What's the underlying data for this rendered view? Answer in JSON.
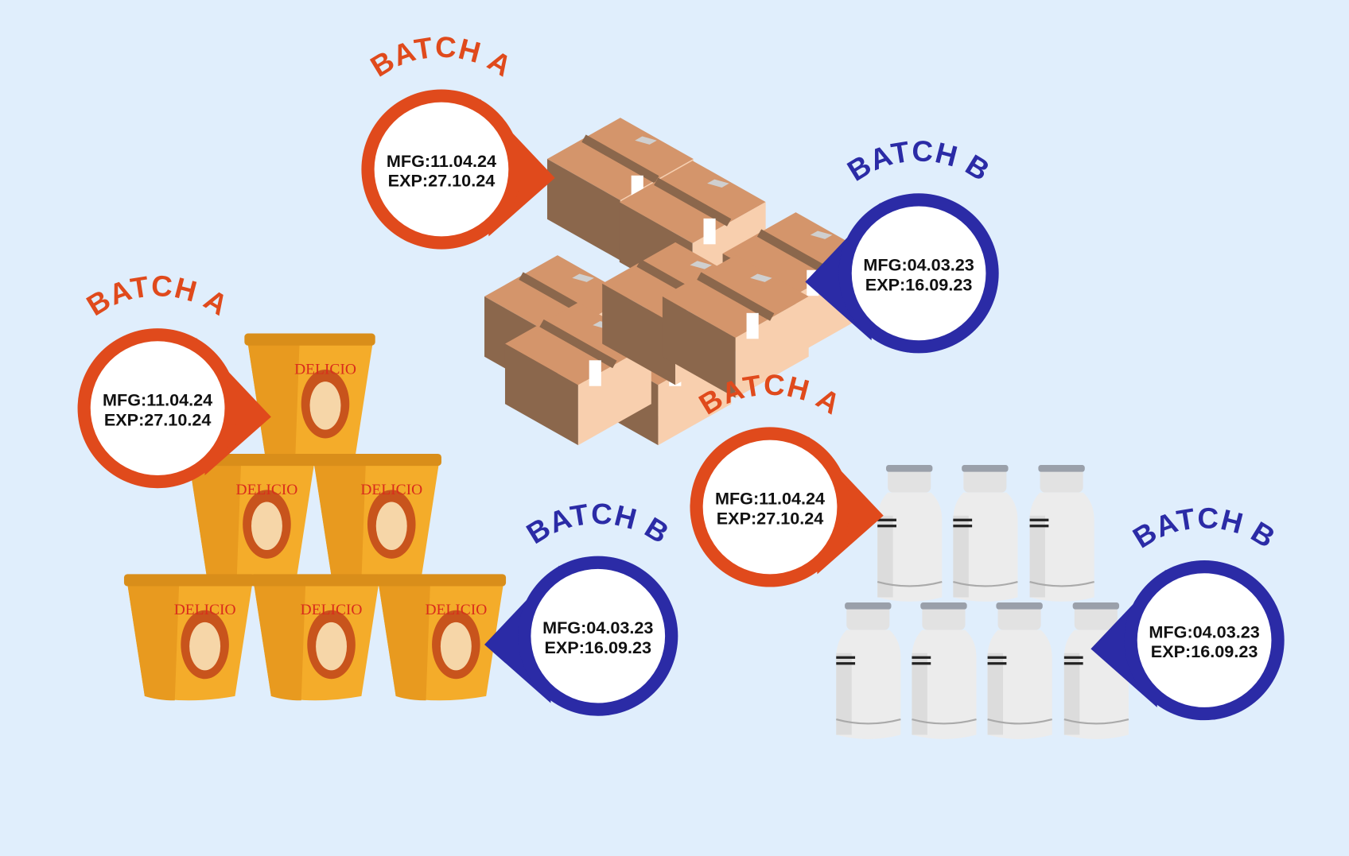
{
  "colors": {
    "background": "#e0eefc",
    "batch_a": "#e04a1c",
    "batch_b": "#2b2ba6",
    "box": "#d4956b",
    "cup": "#f4ac2a",
    "bottle": "#ececec"
  },
  "groups": [
    {
      "product": "boxes",
      "badges": [
        {
          "label": "BATCH A",
          "mfg": "MFG:11.04.24",
          "exp": "EXP:27.10.24"
        },
        {
          "label": "BATCH B",
          "mfg": "MFG:04.03.23",
          "exp": "EXP:16.09.23"
        }
      ]
    },
    {
      "product": "noodle-cups",
      "cup_brand": "DELICIO",
      "badges": [
        {
          "label": "BATCH A",
          "mfg": "MFG:11.04.24",
          "exp": "EXP:27.10.24"
        },
        {
          "label": "BATCH B",
          "mfg": "MFG:04.03.23",
          "exp": "EXP:16.09.23"
        }
      ]
    },
    {
      "product": "bottles",
      "badges": [
        {
          "label": "BATCH A",
          "mfg": "MFG:11.04.24",
          "exp": "EXP:27.10.24"
        },
        {
          "label": "BATCH B",
          "mfg": "MFG:04.03.23",
          "exp": "EXP:16.09.23"
        }
      ]
    }
  ]
}
